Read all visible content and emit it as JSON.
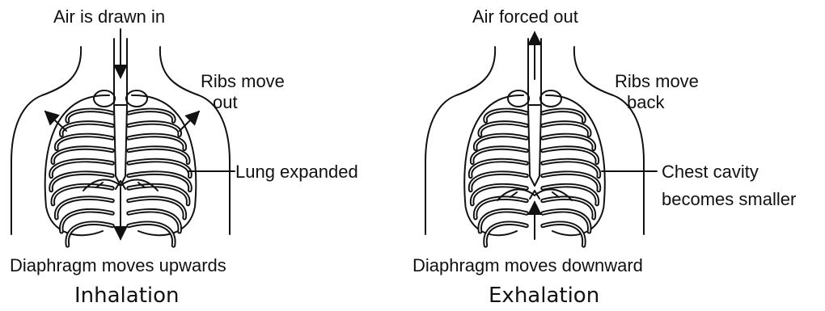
{
  "inhalation": {
    "air_label": "Air is drawn in",
    "ribs_label_line1": "Ribs move",
    "ribs_label_line2": "out",
    "lung_label": "Lung expanded",
    "diaphragm_label": "Diaphragm moves upwards",
    "caption": "Inhalation"
  },
  "exhalation": {
    "air_label": "Air forced out",
    "ribs_label_line1": "Ribs move",
    "ribs_label_line2": "back",
    "cavity_label_line1": "Chest cavity",
    "cavity_label_line2": "becomes smaller",
    "diaphragm_label": "Diaphragm moves downward",
    "caption": "Exhalation"
  }
}
